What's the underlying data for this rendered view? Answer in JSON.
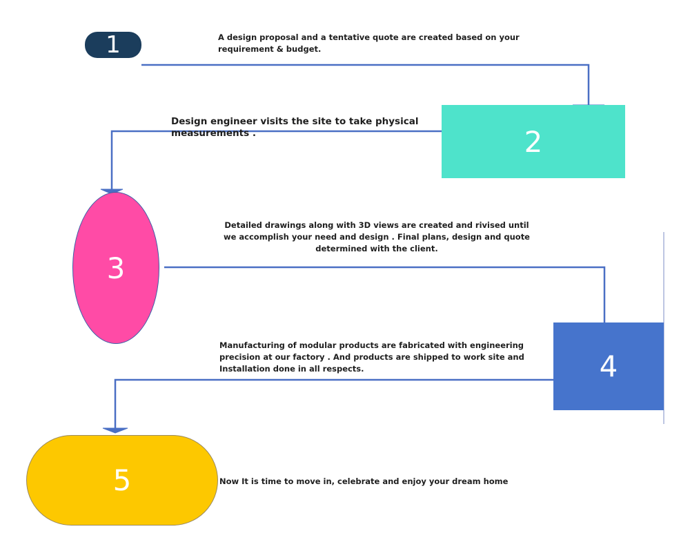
{
  "steps": [
    {
      "number": "1",
      "caption": "A design proposal and a tentative quote are created based on your requirement & budget.",
      "color": "#1b3d5c"
    },
    {
      "number": "2",
      "caption": "Design engineer visits the site to take physical measurements .",
      "color": "#4ee3cb"
    },
    {
      "number": "3",
      "caption": "Detailed drawings along with 3D views are created  and rivised until we accomplish  your need and design . Final plans, design and quote determined with the client.",
      "color": "#ff4ba6"
    },
    {
      "number": "4",
      "caption": "Manufacturing of modular products are fabricated with engineering precision at our factory . And products are shipped to work site and Installation done in all respects.",
      "color": "#4674cc"
    },
    {
      "number": "5",
      "caption": "Now It is time to move in, celebrate and enjoy your dream home",
      "color": "#fdc800"
    }
  ],
  "connector_color": "#4a6fc4"
}
